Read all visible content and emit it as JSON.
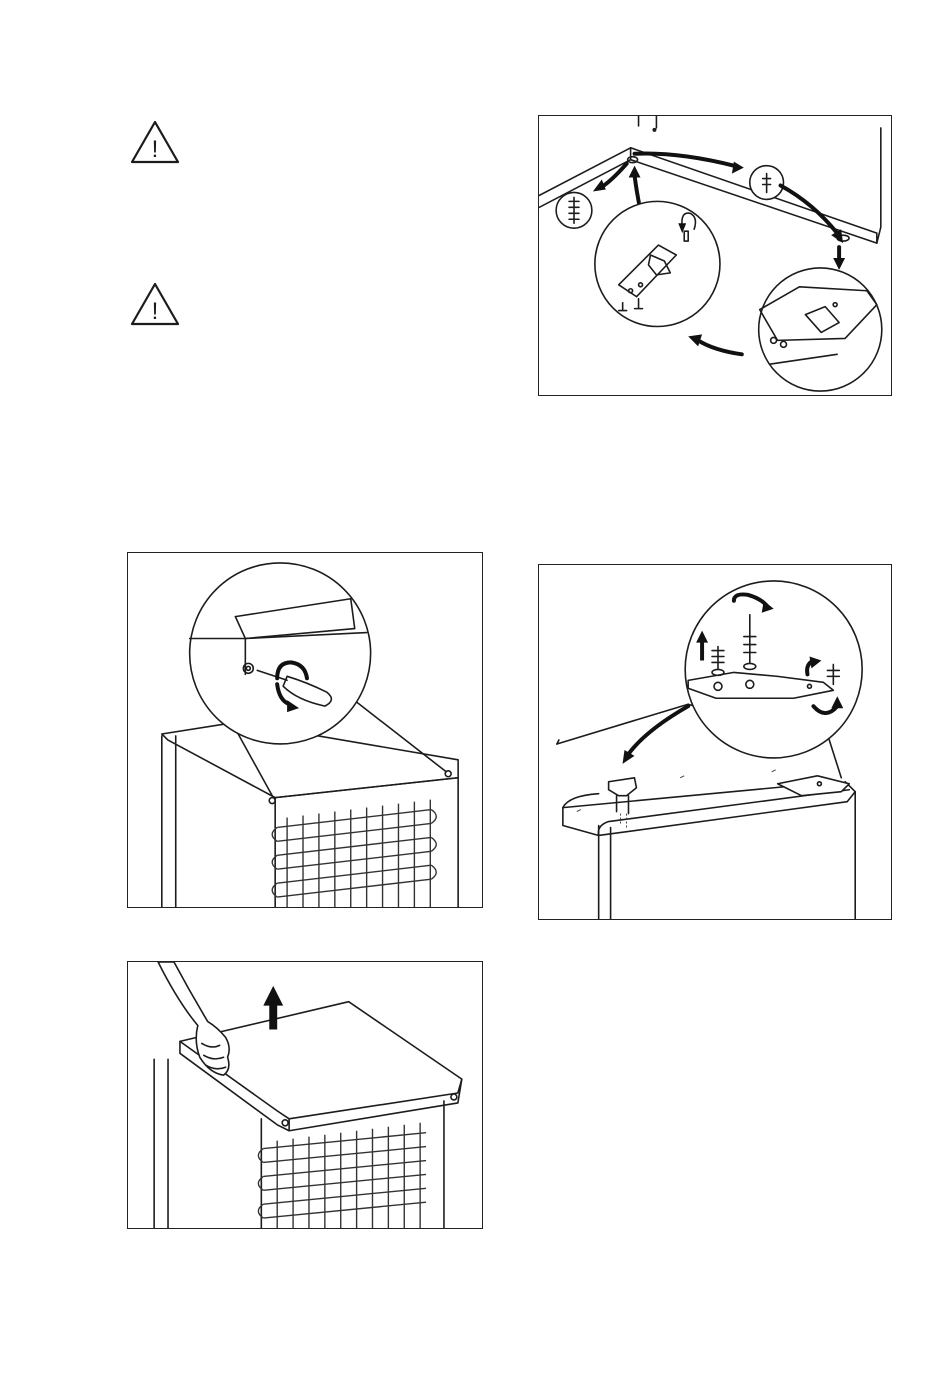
{
  "page": {
    "warnings": [
      {
        "icon": "warning-triangle-icon",
        "symbol": "!"
      },
      {
        "icon": "warning-triangle-icon",
        "symbol": "!"
      }
    ],
    "figures": [
      {
        "name": "figure-remove-hinge-screws",
        "icon": "hinge-bracket-removal-icon"
      },
      {
        "name": "figure-unscrew-top-cover",
        "icon": "screwdriver-rotate-icon"
      },
      {
        "name": "figure-lift-top-cover",
        "icon": "hand-lift-arrow-icon"
      },
      {
        "name": "figure-move-top-hinge",
        "icon": "hinge-swap-icon"
      }
    ],
    "colors": {
      "line": "#1c1c1c",
      "background": "#ffffff"
    }
  }
}
